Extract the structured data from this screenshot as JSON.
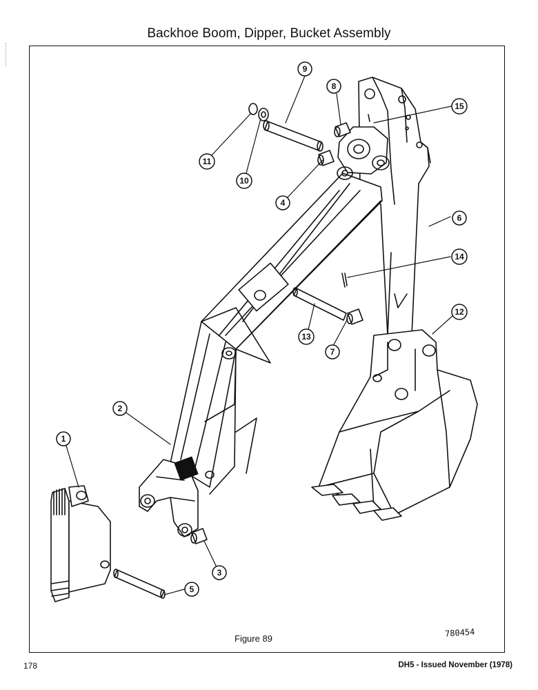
{
  "page": {
    "title": "Backhoe Boom, Dipper, Bucket Assembly",
    "figure_caption": "Figure 89",
    "drawing_number": "780454",
    "page_number": "178",
    "issue_line": "DH5 - Issued November (1978)"
  },
  "callouts": [
    "1",
    "2",
    "3",
    "4",
    "5",
    "6",
    "7",
    "8",
    "9",
    "10",
    "11",
    "12",
    "13",
    "14",
    "15"
  ]
}
